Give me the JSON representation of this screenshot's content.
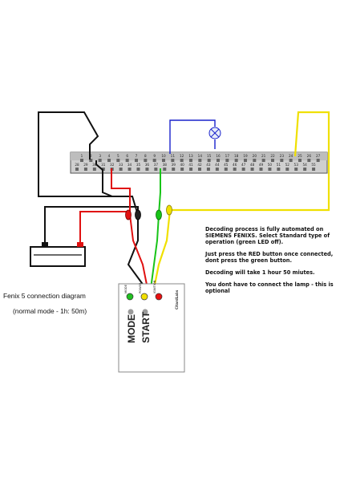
{
  "connector": {
    "top_row": [
      "1",
      "2",
      "3",
      "4",
      "5",
      "6",
      "7",
      "8",
      "9",
      "10",
      "11",
      "12",
      "13",
      "14",
      "15",
      "16",
      "17",
      "18",
      "19",
      "20",
      "21",
      "22",
      "23",
      "24",
      "25",
      "26",
      "27"
    ],
    "bottom_row": [
      "28",
      "29",
      "30",
      "31",
      "32",
      "33",
      "34",
      "35",
      "36",
      "37",
      "38",
      "39",
      "40",
      "41",
      "42",
      "43",
      "44",
      "45",
      "46",
      "47",
      "48",
      "49",
      "50",
      "51",
      "52",
      "53",
      "54",
      "55"
    ]
  },
  "notes": {
    "n1": "Decoding process is fully automated on SIEMENS FENIXS. Select Standard type of operation (green LED off).",
    "n2": "Just press the RED button once connected, dont press the green button.",
    "n3": "Decoding will take 1 hour 50 miutes.",
    "n4": "You dont have to connect the lamp - this is optional"
  },
  "caption": {
    "title": "Fenix 5 connection diagram",
    "subtitle": "(normal mode - 1h: 50m)"
  },
  "device": {
    "led_labels": [
      "MODE",
      "POWER",
      "IGNITION"
    ],
    "brand": "CitardLabs",
    "mode_label": "MODE",
    "start_label": "START"
  },
  "colors": {
    "wire_black": "#111111",
    "wire_red": "#e01010",
    "wire_green": "#18c418",
    "wire_yellow": "#f0e000",
    "wire_blue": "#1a22cc",
    "connector_fill": "#c8c8c8",
    "led_green": "#22c022",
    "led_yellow": "#f2e000",
    "led_red": "#e81010"
  }
}
